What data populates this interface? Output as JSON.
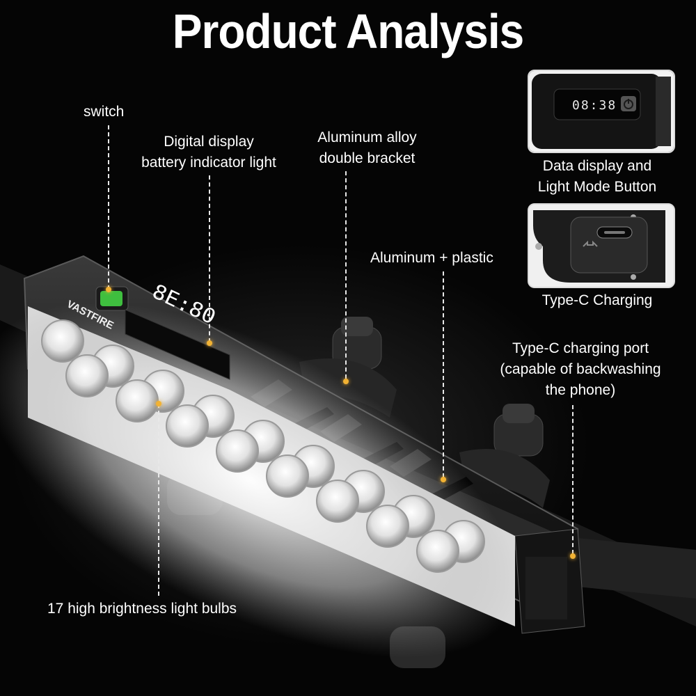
{
  "title": "Product Analysis",
  "brand": "VASTFIRE",
  "display_readout": "08:38",
  "main_display_readout": "8E:80",
  "callouts": {
    "switch": "switch",
    "digital_display_line1": "Digital display",
    "digital_display_line2": "battery indicator light",
    "bracket_line1": "Aluminum alloy",
    "bracket_line2": "double bracket",
    "material": "Aluminum + plastic",
    "port_line1": "Type-C charging port",
    "port_line2": "(capable of backwashing",
    "port_line3": "the phone)",
    "bulbs": "17 high brightness light bulbs"
  },
  "insets": {
    "display_caption_line1": "Data display and",
    "display_caption_line2": "Light Mode Button",
    "charging_caption": "Type-C Charging"
  },
  "colors": {
    "background": "#050505",
    "dot": "#f2b233",
    "switch_green": "#3fbf3f",
    "text": "#ffffff"
  },
  "icons": [
    "power-icon",
    "usb-c-port-icon"
  ]
}
